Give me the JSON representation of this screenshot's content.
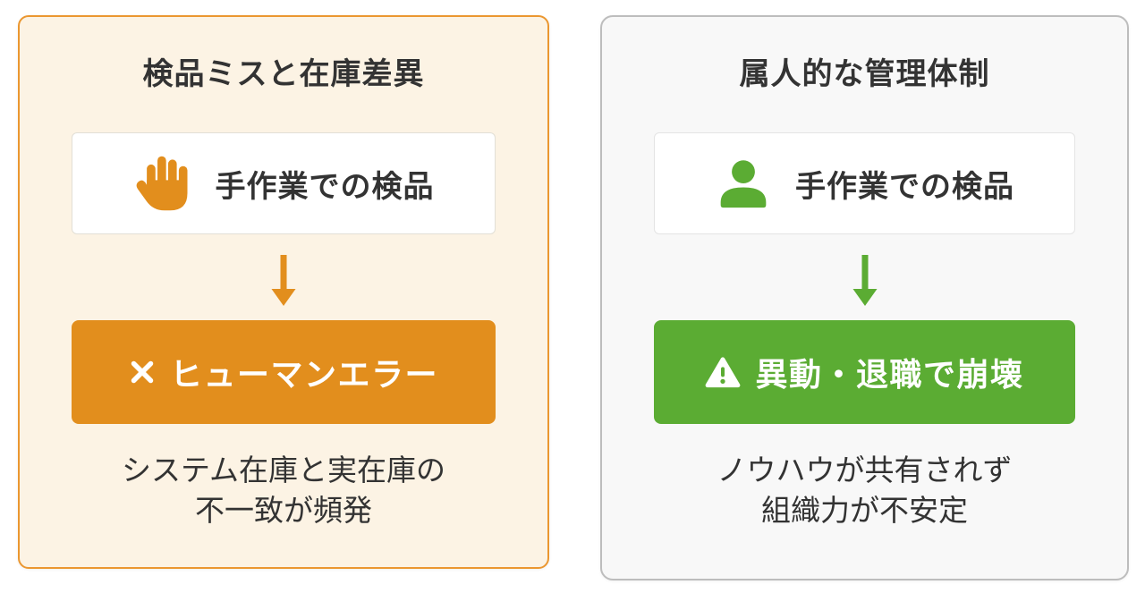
{
  "page_bg": "#FFFFFF",
  "text_color": "#333333",
  "cards": [
    {
      "title": "検品ミスと在庫差異",
      "source": {
        "icon": "hand-icon",
        "label": "手作業での検品"
      },
      "arrow_icon": "down-arrow-icon",
      "result": {
        "icon": "x-mark-icon",
        "label": "ヒューマンエラー"
      },
      "caption": {
        "line1": "システム在庫と実在庫の",
        "line2": "不一致が頻発"
      },
      "colors": {
        "accent": "#E28E1D",
        "card_border": "#EB9730",
        "card_bg": "#FCF3E4",
        "result_text": "#FFFFFF"
      }
    },
    {
      "title": "属人的な管理体制",
      "source": {
        "icon": "person-icon",
        "label": "手作業での検品"
      },
      "arrow_icon": "down-arrow-icon",
      "result": {
        "icon": "warning-icon",
        "label": "異動・退職で崩壊"
      },
      "caption": {
        "line1": "ノウハウが共有されず",
        "line2": "組織力が不安定"
      },
      "colors": {
        "accent": "#5BAC33",
        "card_border": "#BDBDBD",
        "card_bg": "#F8F8F8",
        "result_text": "#FFFFFF"
      }
    }
  ]
}
